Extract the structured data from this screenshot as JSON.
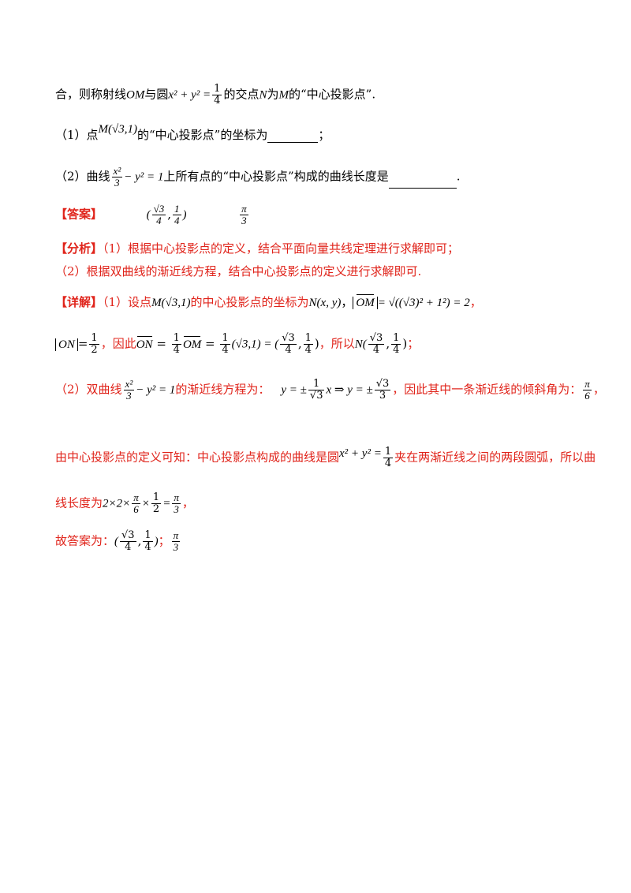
{
  "intro": {
    "t1": "合，则称射线",
    "ray": "OM",
    "t2": "与圆",
    "circle_lhs": "x² + y² =",
    "circle_num": "1",
    "circle_den": "4",
    "t3": "的交点",
    "N": "N",
    "t4": "为",
    "M": "M",
    "t5": "的“中心投影点”."
  },
  "q1": {
    "t1": "（1）点",
    "point": "M(√3,1)",
    "t2": "的“中心投影点”的坐标为",
    "t3": "；"
  },
  "q2": {
    "t1": "（2）曲线",
    "eq_num": "x²",
    "eq_den": "3",
    "eq_rest": "− y² = 1",
    "t2": "上所有点的“中心投影点”构成的曲线长度是",
    "t3": "."
  },
  "answer": {
    "tag": "【答案】",
    "a1_open": "(",
    "a1_n1": "√3",
    "a1_d1": "4",
    "a1_n2": "1",
    "a1_d2": "4",
    "a1_close": ")",
    "a2_num": "π",
    "a2_den": "3"
  },
  "analysis": {
    "tag": "【分析】",
    "p1": "（1）根据中心投影点的定义，结合平面向量共线定理进行求解即可；",
    "p2": "（2）根据双曲线的渐近线方程，结合中心投影点的定义进行求解即可."
  },
  "detail": {
    "tag": "【详解】",
    "l1_t1": "（1）设点",
    "l1_point": "M(√3,1)",
    "l1_t2": "的中心投影点的坐标为",
    "l1_N": "N(x, y)",
    "l1_t3": "，",
    "l1_om": "OM",
    "l1_rhs": "= √((√3)² + 1²) = 2",
    "l1_t4": "，",
    "l2_on": "ON",
    "l2_eq": "=",
    "l2_half_n": "1",
    "l2_half_d": "2",
    "l2_t1": "，因此",
    "l2_vec_on": "ON",
    "l2_q_n": "1",
    "l2_q_d": "4",
    "l2_vec_om": "OM",
    "l2_mid": "(√3,1) = (",
    "l2_r_n1": "√3",
    "l2_r_d1": "4",
    "l2_r_n2": "1",
    "l2_r_d2": "4",
    "l2_t2": "，所以",
    "l2_Nlabel": "N(",
    "l2_t3": "；",
    "l3_t1": "（2）双曲线",
    "l3_eq_n": "x²",
    "l3_eq_d": "3",
    "l3_eq_rest": "− y² = 1",
    "l3_t2": "的渐近线方程为：",
    "l3_asym1": "y = ±",
    "l3_f1_n": "1",
    "l3_f1_d": "√3",
    "l3_asym2": "x ⇒ y = ±",
    "l3_f2_n": "√3",
    "l3_f2_d": "3",
    "l3_t3": "，因此其中一条渐近线的倾斜角为：",
    "l3_ang_n": "π",
    "l3_ang_d": "6",
    "l3_t4": "，",
    "l4_t1": "由中心投影点的定义可知：中心投影点构成的曲线是圆",
    "l4_circ": "x² + y² =",
    "l4_c_n": "1",
    "l4_c_d": "4",
    "l4_t2": "夹在两渐近线之间的两段圆弧，所以曲",
    "l5_t1": "线长度为",
    "l5_expr1": "2×2×",
    "l5_f1_n": "π",
    "l5_f1_d": "6",
    "l5_expr2": "×",
    "l5_f2_n": "1",
    "l5_f2_d": "2",
    "l5_expr3": "=",
    "l5_f3_n": "π",
    "l5_f3_d": "3",
    "l5_t2": "，",
    "l6_t1": "故答案为：",
    "l6_open": "(",
    "l6_n1": "√3",
    "l6_d1": "4",
    "l6_n2": "1",
    "l6_d2": "4",
    "l6_close": ")",
    "l6_sep": "；",
    "l6_pi_n": "π",
    "l6_pi_d": "3"
  },
  "colors": {
    "text": "#000000",
    "solution": "#e0241b"
  }
}
